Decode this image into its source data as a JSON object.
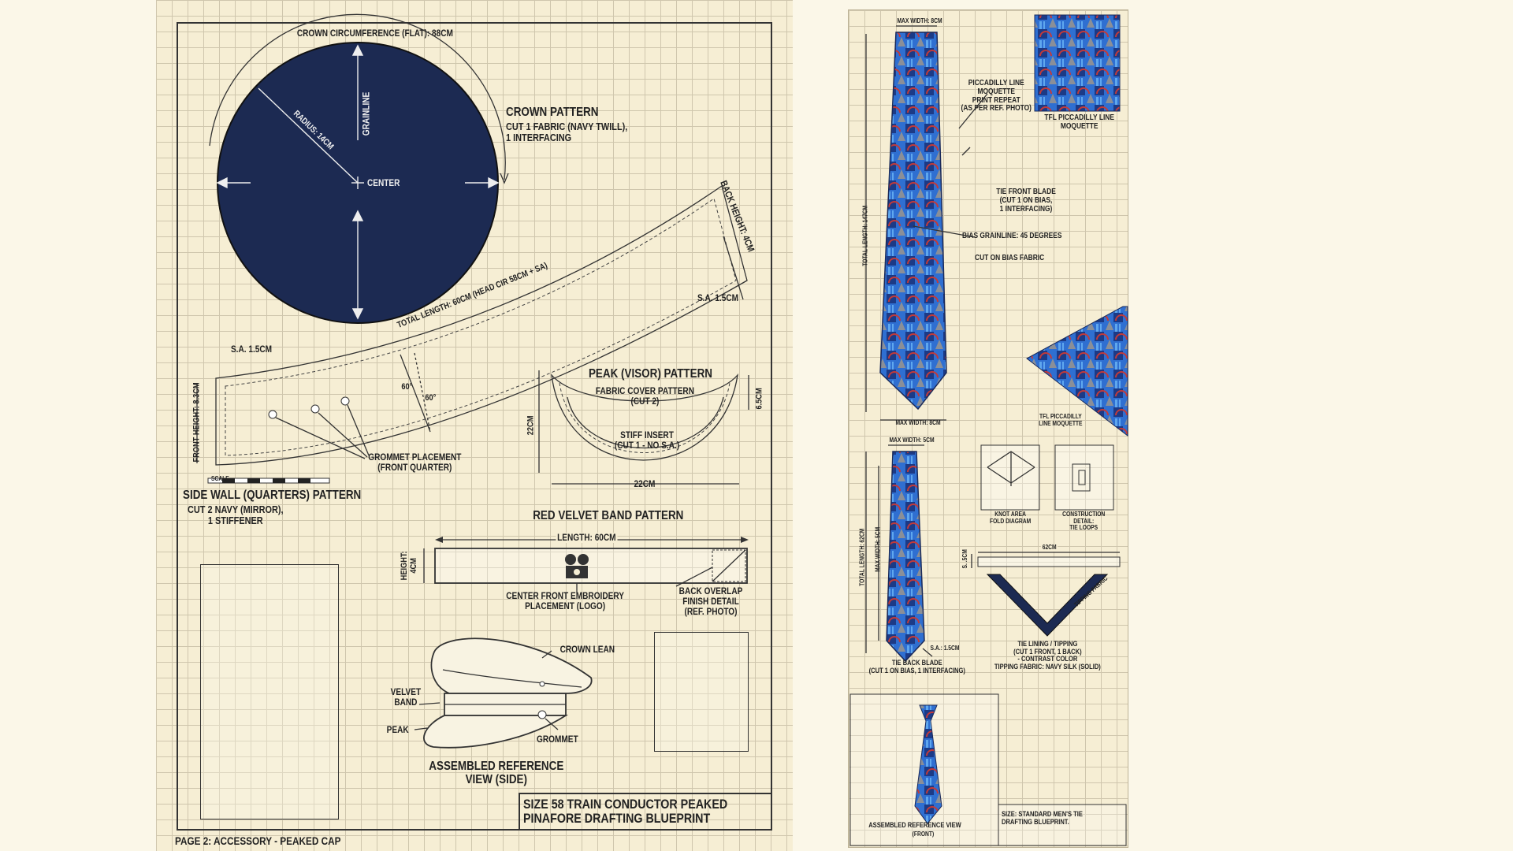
{
  "cap": {
    "crown": {
      "circumference": "CROWN CIRCUMFERENCE (FLAT): 88CM",
      "grainline": "GRAINLINE",
      "radius": "RADIUS: 14CM",
      "center": "CENTER",
      "title": "CROWN PATTERN",
      "cut": "CUT 1 FABRIC (NAVY TWILL),\n1 INTERFACING",
      "fill_color": "#1c2a52"
    },
    "side_wall": {
      "back_height": "BACK HEIGHT: 4CM",
      "total_length": "TOTAL LENGTH: 60CM (HEAD CIR 58CM + SA)",
      "sa_right": "S.A. 1.5CM",
      "sa_left": "S.A. 1.5CM",
      "front_height": "FRONT HEIGHT: 8.3CM",
      "angle_a": "60°",
      "angle_b": "60°",
      "grommet": "GROMMET PLACEMENT\n(FRONT QUARTER)",
      "scale": "SCALE",
      "title": "SIDE WALL (QUARTERS) PATTERN",
      "cut": "CUT 2 NAVY (MIRROR),\n1 STIFFENER"
    },
    "peak": {
      "title": "PEAK (VISOR) PATTERN",
      "cover": "FABRIC COVER PATTERN\n(CUT 2)",
      "insert": "STIFF INSERT\n(CUT 1 - no S.A.)",
      "height_left": "22cm",
      "height_right": "6.5cm",
      "width": "22cm"
    },
    "band": {
      "title": "RED VELVET BAND PATTERN",
      "length": "LENGTH: 60CM",
      "height": "HEIGHT:\n4CM",
      "embroidery": "CENTER FRONT EMBROIDERY\nPLACEMENT (LOGO)",
      "back_overlap": "BACK OVERLAP\nFINISH DETAIL\n(REF. PHOTO)"
    },
    "assembled": {
      "crown_lean": "CROWN LEAN",
      "velvet_band": "VELVET\nBAND",
      "peak": "PEAK",
      "grommet": "GROMMET",
      "title": "ASSEMBLED REFERENCE\nVIEW (SIDE)"
    },
    "title_block": "SIZE 58 TRAIN CONDUCTOR PEAKED\nPINAFORE DRAFTING BLUEPRINT",
    "page_label": "PAGE 2: ACCESSORY - PEAKED CAP"
  },
  "tie": {
    "max_width_top": "MAX WIDTH: 8CM",
    "total_length": "TOTAL LENGTH: 147CM",
    "max_width_bottom": "MAX WIDTH: 8CM",
    "moquette_note": "PICCADILLY LINE\nMOQUETTE\nPRINT REPEAT\n(AS PER REF. PHOTO)",
    "swatch_label": "TFL PICCADILLY LINE\nMOQUETTE",
    "front_blade": "TIE FRONT BLADE\n(CUT 1 ON BIAS,\n1 INTERFACING)",
    "bias_grainline": "BIAS GRAINLINE: 45 DEGREES",
    "cut_on_bias": "CUT ON BIAS FABRIC",
    "corner_label": "TFL PICCADILLY\nLINE MOQUETTE",
    "back_max_width": "MAX WIDTH: 5CM",
    "back_total_length": "TOTAL LENGTH: 62CM",
    "back_max_width_side": "MAX WIDTH: 5CM",
    "back_sa": "S.A.: 1.5CM",
    "back_blade": "TIE BACK BLADE\n(CUT 1 ON BIAS, 1 INTERFACING)",
    "knot_area": "KNOT AREA\nFOLD DIAGRAM",
    "construction": "CONSTRUCTION\nDETAIL:\nTIE LOOPS",
    "lining_width": "62cm",
    "lining_sa": "S. .5cm",
    "tipping_fabric": "TIPPING FABRIC",
    "lining": "TIE LINING / TIPPING\n(CUT 1 FRONT, 1 BACK)\n- CONTRAST COLOR\nTIPPING FABRIC: NAVY SILK (SOLID)",
    "assembled": "ASSEMBLED REFERENCE VIEW",
    "assembled_sub": "(FRONT)",
    "size": "SIZE: STANDARD MEN'S TIE\nDRAFTING BLUEPRINT.",
    "colors": {
      "blue": "#2f6fd1",
      "navy": "#1c3a86",
      "red": "#c23a3a",
      "grey": "#8a8f98",
      "light": "#5fa7ee"
    }
  }
}
